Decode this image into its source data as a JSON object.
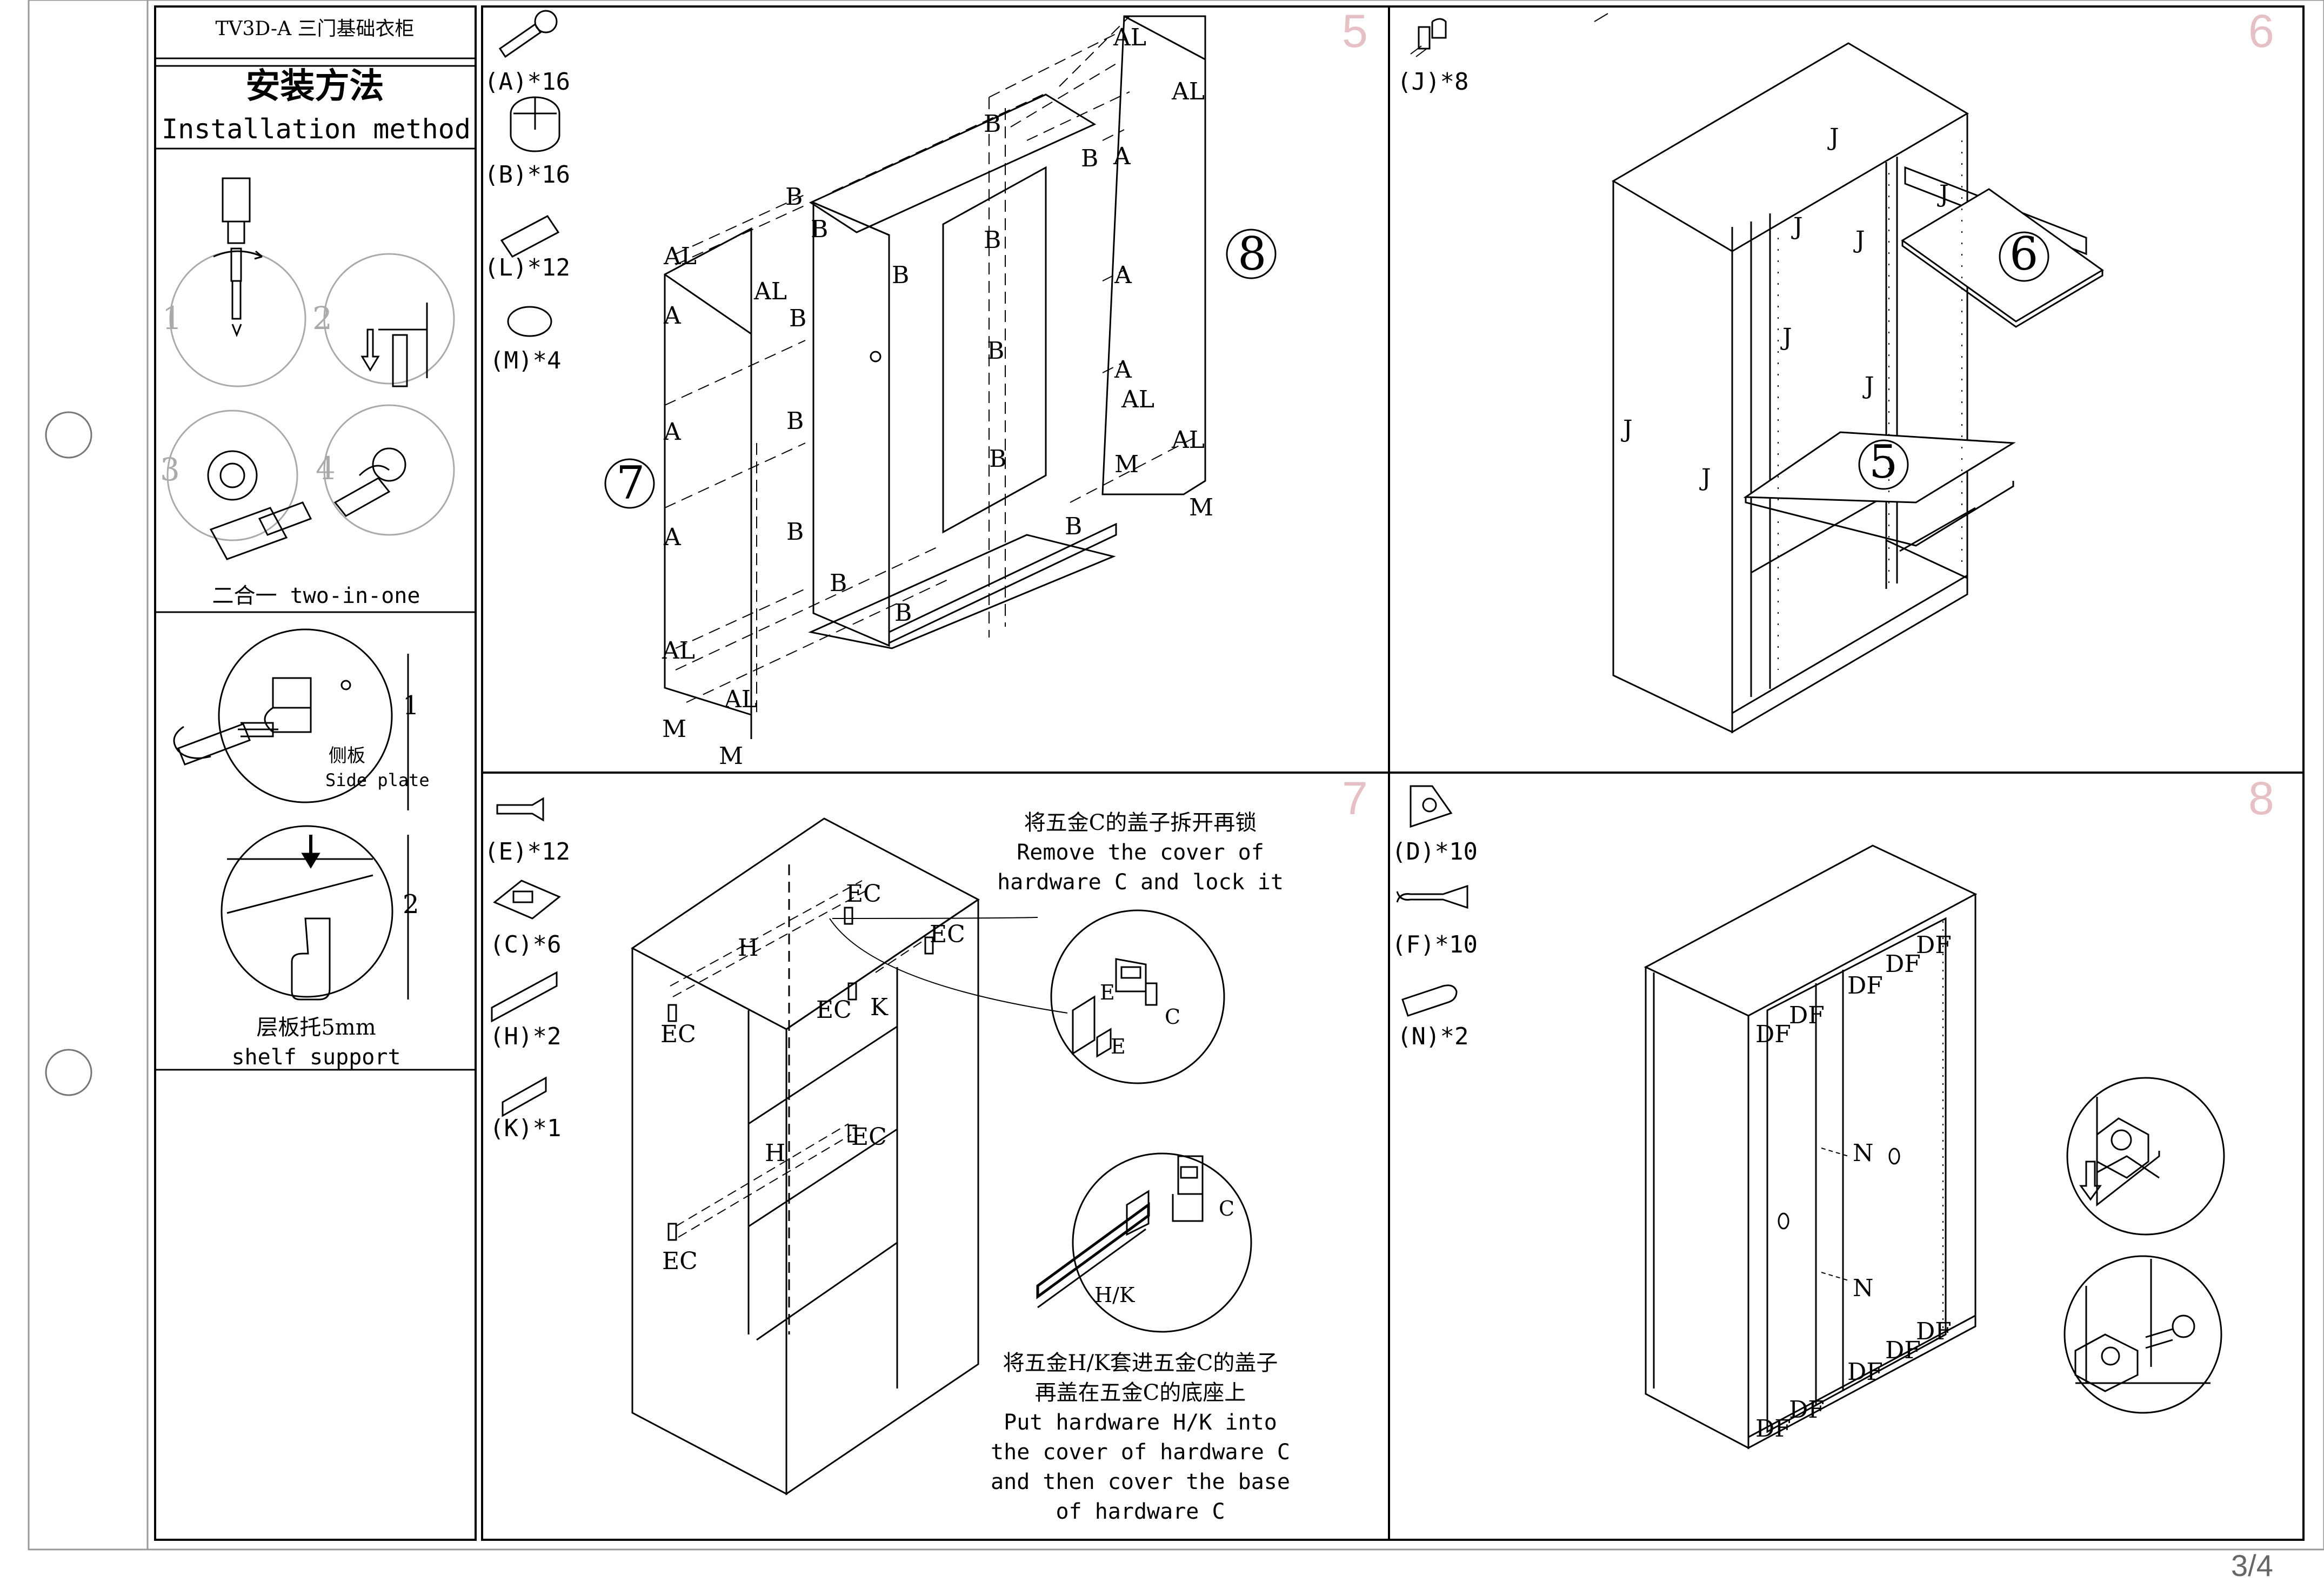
{
  "sidebar": {
    "model": "TV3D-A 三门基础衣柜",
    "title_cn": "安装方法",
    "title_en": "Installation method",
    "twoinone_steps": [
      "1",
      "2",
      "3",
      "4"
    ],
    "twoinone": "二合一 two-in-one",
    "side_plate_cn": "侧板",
    "side_plate_en": "Side plate",
    "support_steps": [
      "1",
      "2"
    ],
    "shelf_cn": "层板托5mm",
    "shelf_en": "shelf support"
  },
  "step5": {
    "num": "5",
    "parts": [
      "(A)*16",
      "(B)*16",
      "(L)*12",
      "(M)*4"
    ],
    "panels": [
      "7",
      "8"
    ],
    "labels": {
      "A": "A",
      "B": "B",
      "AL": "AL",
      "M": "M"
    }
  },
  "step6": {
    "num": "6",
    "parts": [
      "(J)*8"
    ],
    "panels": [
      "6",
      "5"
    ],
    "label": "J"
  },
  "step7": {
    "num": "7",
    "parts": [
      "(E)*12",
      "(C)*6",
      "(H)*2",
      "(K)*1"
    ],
    "labels": {
      "H": "H",
      "EC": "EC",
      "K": "K",
      "E": "E",
      "C": "C",
      "HK": "H/K"
    },
    "note1": [
      "将五金C的盖子拆开再锁",
      "Remove the cover of",
      "hardware C and lock it"
    ],
    "note2": [
      "将五金H/K套进五金C的盖子",
      "再盖在五金C的底座上",
      "Put hardware H/K into",
      "the cover of hardware C",
      "and then cover the base",
      "of hardware C"
    ]
  },
  "step8": {
    "num": "8",
    "parts": [
      "(D)*10",
      "(F)*10",
      "(N)*2"
    ],
    "labels": {
      "DF": "DF",
      "N": "N"
    }
  },
  "page": "3/4"
}
